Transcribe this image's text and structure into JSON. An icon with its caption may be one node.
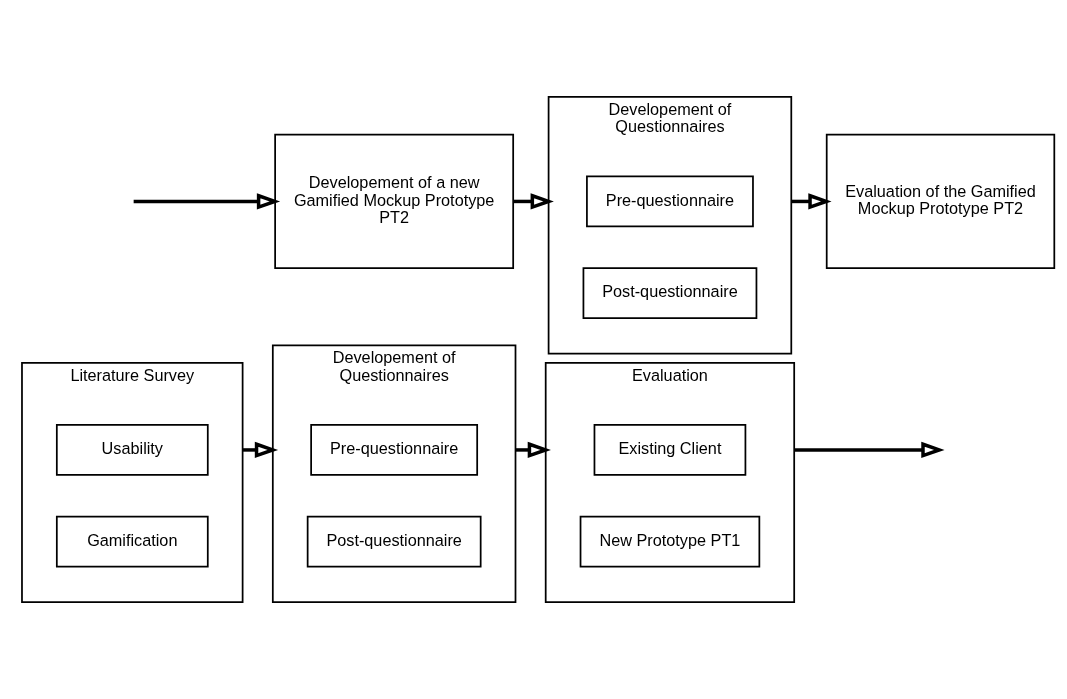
{
  "diagram": {
    "nodes": [
      {
        "text": [
          "Literature Survey"
        ]
      },
      {
        "text": [
          "Usability"
        ],
        "in": 0
      },
      {
        "text": [
          "Gamification"
        ],
        "in": 0
      },
      {
        "text": [
          "Developement of Questionnaires"
        ]
      },
      {
        "text": [
          "Pre-questionnaire"
        ],
        "in": 3
      },
      {
        "text": [
          "Post-questionnaire"
        ],
        "in": 3
      },
      {
        "text": [
          "Evaluation"
        ]
      },
      {
        "text": [
          "Existing Client"
        ],
        "in": 6
      },
      {
        "text": [
          "New Prototype PT1"
        ],
        "in": 6
      },
      {
        "text": [
          "Developement of a new Gamified Mockup Prototype PT2"
        ]
      },
      {
        "text": [
          "Developement of Questionnaires"
        ]
      },
      {
        "text": [
          "Pre-questionnaire"
        ],
        "in": 10
      },
      {
        "text": [
          "Post-questionnaire"
        ],
        "in": 10
      },
      {
        "text": [
          "Evaluation of the Gamified Mockup Prototype PT2"
        ]
      }
    ],
    "edges": [
      {
        "from": 0,
        "to": 3,
        "arrow": "to"
      },
      {
        "from": 3,
        "to": 6,
        "arrow": "to"
      },
      {
        "from": 6,
        "to": null,
        "arrow": "to"
      },
      {
        "from": null,
        "to": 9,
        "arrow": "to"
      },
      {
        "from": 9,
        "to": 10,
        "arrow": "to"
      },
      {
        "from": 10,
        "to": 13,
        "arrow": "to"
      }
    ]
  }
}
